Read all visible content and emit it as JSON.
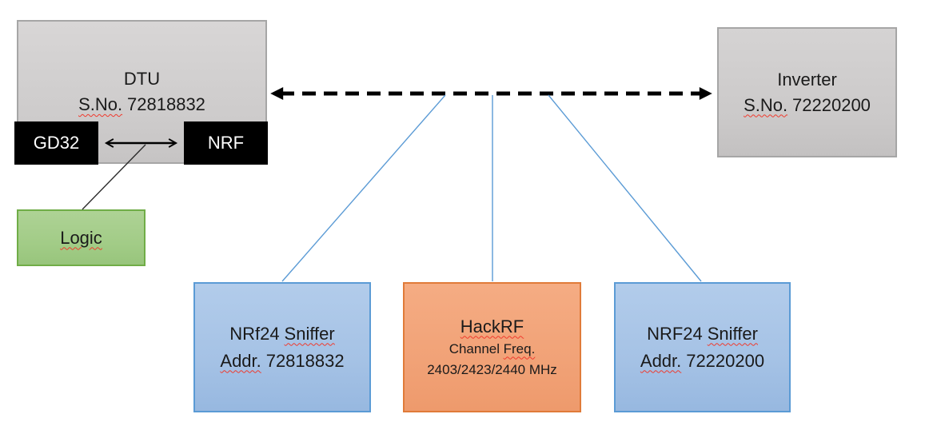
{
  "diagram": {
    "dtu": {
      "title": "DTU",
      "sno_label": "S.No.",
      "sno_value": "72818832",
      "gd32_label": "GD32",
      "nrf_label": "NRF"
    },
    "logic": {
      "label": "Logic"
    },
    "inverter": {
      "title": "Inverter",
      "sno_label": "S.No.",
      "sno_value": "72220200"
    },
    "sniffer_left": {
      "name_prefix": "NRf24",
      "name_word": "Sniffer",
      "addr_label": "Addr.",
      "addr_value": "72818832"
    },
    "hackrf": {
      "title": "HackRF",
      "subtitle_prefix": "Channel",
      "subtitle_word": "Freq.",
      "freq_line": "2403/2423/2440 MHz"
    },
    "sniffer_right": {
      "name_prefix": "NRF24",
      "name_word": "Sniffer",
      "addr_label": "Addr.",
      "addr_value": "72220200"
    }
  },
  "connectors": {
    "dtu_inverter": "dashed double-headed arrow between DTU and Inverter",
    "gd32_nrf": "double-headed arrow between GD32 and NRF",
    "logic_link": "line from GD32-NRF arrow to Logic",
    "sniffer_left_link": "line from RF link to NRf24 Sniffer 72818832",
    "hackrf_link": "line from RF link to HackRF",
    "sniffer_right_link": "line from RF link to NRF24 Sniffer 72220200"
  },
  "colors": {
    "gray_fill": "#d0cece",
    "gray_border": "#a6a6a6",
    "chip_black": "#000000",
    "green_fill": "#a3cd89",
    "green_border": "#70ad47",
    "blue_fill": "#a9c5e8",
    "blue_border": "#5b9bd5",
    "orange_fill": "#f2a67c",
    "orange_border": "#e07b39",
    "connector_blue": "#5b9bd5",
    "arrow_black": "#000000",
    "squiggle_red": "#f03a2d"
  }
}
